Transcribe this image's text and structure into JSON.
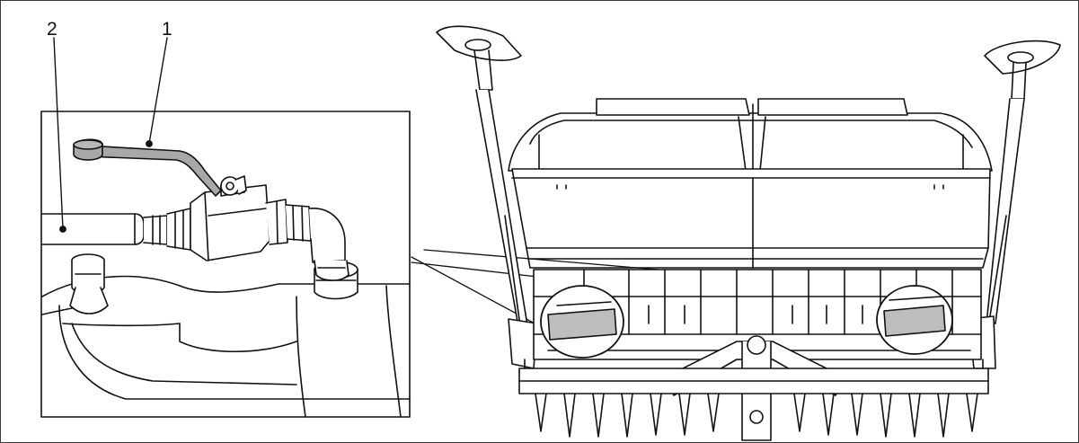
{
  "callouts": [
    {
      "id": "callout-1",
      "number": "1",
      "part": "valve-handle"
    },
    {
      "id": "callout-2",
      "number": "2",
      "part": "hydraulic-hose"
    }
  ],
  "colors": {
    "line": "#111111",
    "highlight_fill": "#a8a8a8",
    "frame": "#3a3a3a"
  }
}
